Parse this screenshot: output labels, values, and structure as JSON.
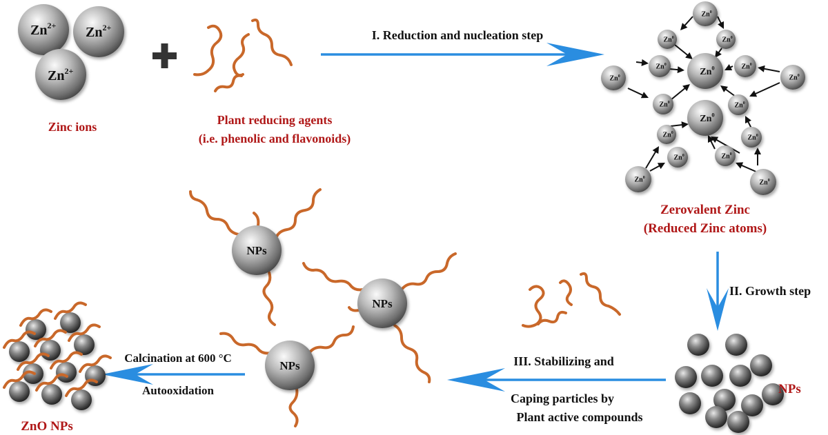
{
  "labels": {
    "zinc_ions": "Zinc ions",
    "plant_agents_1": "Plant reducing agents",
    "plant_agents_2": "(i.e. phenolic and flavonoids)",
    "step1": "I. Reduction and nucleation step",
    "zerovalent_1": "Zerovalent Zinc",
    "zerovalent_2": "(Reduced Zinc atoms)",
    "step2": "II. Growth step",
    "nps_right": "NPs",
    "step3_1": "III. Stabilizing and",
    "step3_2": "Caping particles by",
    "step3_3": "Plant active compounds",
    "calcination": "Calcination at 600 °C",
    "autooxidation": "Autooxidation",
    "zno": "ZnO NPs",
    "plus": "+"
  },
  "ions": [
    {
      "text": "Zn",
      "sup": "2+"
    },
    {
      "text": "Zn",
      "sup": "2+"
    },
    {
      "text": "Zn",
      "sup": "2+"
    }
  ],
  "zn0_text": "Zn",
  "zn0_sup": "0",
  "np_label": "NPs",
  "colors": {
    "accent_arrow": "#2a8de0",
    "label_red": "#b01818",
    "strand": "#c9682a"
  }
}
